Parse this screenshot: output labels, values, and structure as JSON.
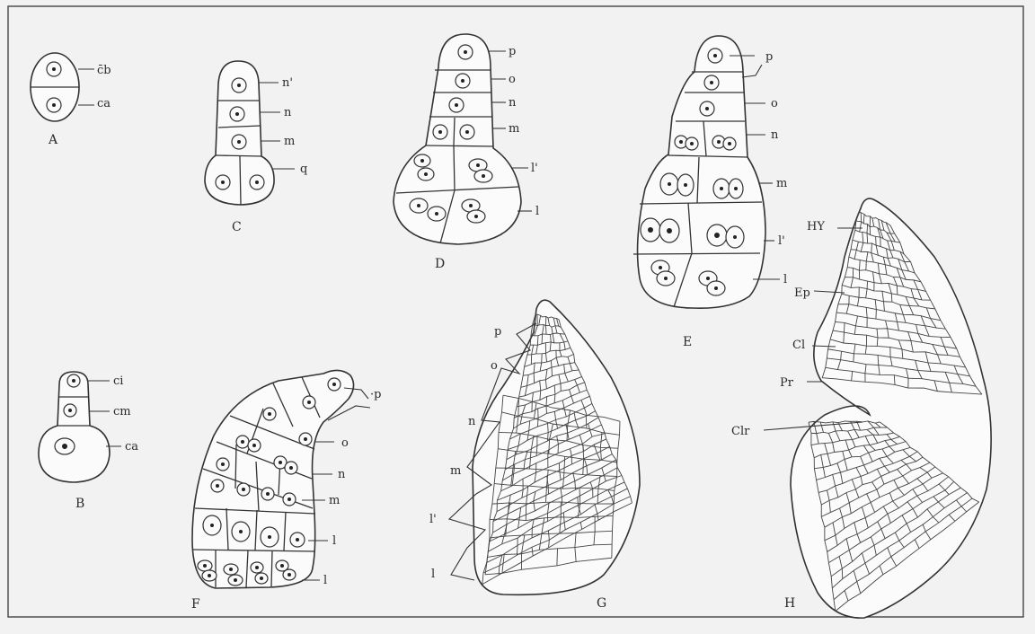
{
  "panels": {
    "A": {
      "label": "A",
      "cells": [
        "c̄b",
        "ca"
      ]
    },
    "B": {
      "label": "B",
      "cells": [
        "ci",
        "cm",
        "ca"
      ]
    },
    "C": {
      "label": "C",
      "cells": [
        "n'",
        "n",
        "m",
        "q"
      ]
    },
    "D": {
      "label": "D",
      "cells": [
        "p",
        "o",
        "n",
        "m",
        "l'",
        "l"
      ]
    },
    "E": {
      "label": "E",
      "cells": [
        "p",
        "o",
        "n",
        "m",
        "l'",
        "l"
      ]
    },
    "F": {
      "label": "F",
      "cells": [
        "·p",
        "o",
        "n",
        "m",
        "l",
        "l"
      ]
    },
    "G": {
      "label": "G",
      "cells": [
        "p",
        "o",
        "n",
        "m",
        "l'",
        "l"
      ]
    },
    "H": {
      "label": "H",
      "cells": [
        "HY",
        "Ep",
        "Cl",
        "Pr",
        "Clr"
      ]
    }
  }
}
